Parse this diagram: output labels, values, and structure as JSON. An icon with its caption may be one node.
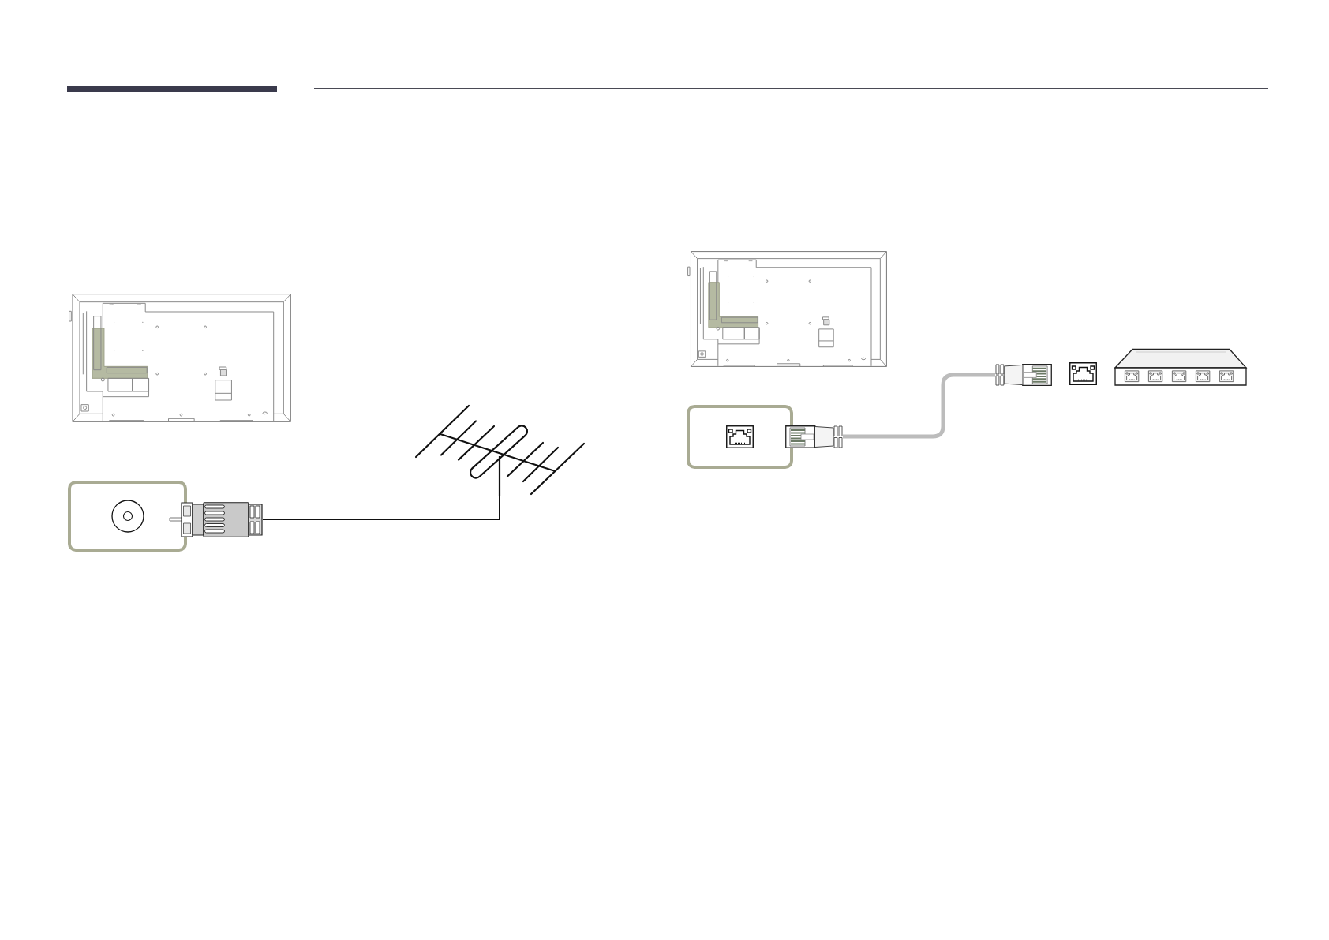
{
  "diagram": {
    "nodes": [
      {
        "text": [],
        "shape": "picture"
      },
      {
        "text": [],
        "shape": "box"
      },
      {
        "text": [],
        "shape": "picture"
      },
      {
        "text": [],
        "shape": "picture"
      },
      {
        "text": [],
        "shape": "picture"
      },
      {
        "text": [],
        "shape": "box"
      },
      {
        "text": [],
        "shape": "picture"
      },
      {
        "text": [],
        "shape": "picture"
      },
      {
        "text": [],
        "shape": "picture"
      },
      {
        "text": [],
        "shape": "picture"
      }
    ],
    "edges": [
      {
        "from": 2,
        "to": 3,
        "arrow": "none"
      },
      {
        "from": 6,
        "to": 7,
        "arrow": "none",
        "style": "thick",
        "color": "#bcbcbc"
      }
    ]
  }
}
